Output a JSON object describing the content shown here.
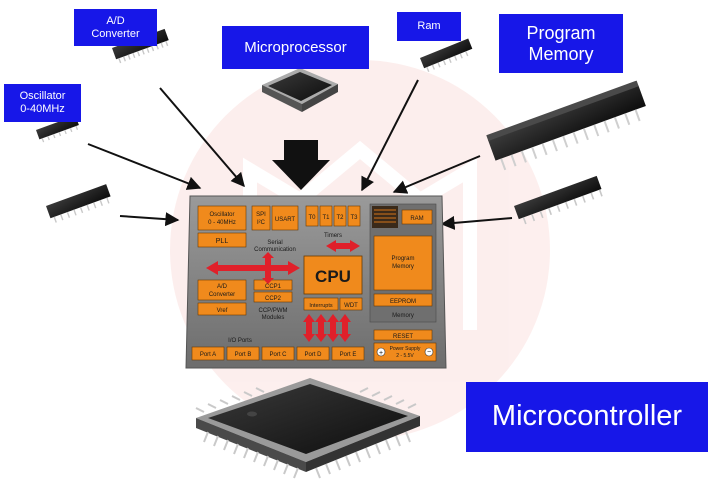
{
  "labels": {
    "ad_converter": "A/D\nConverter",
    "microprocessor": "Microprocessor",
    "ram": "Ram",
    "program_memory": "Program\nMemory",
    "oscillator": "Oscillator\n0-40MHz",
    "microcontroller": "Microcontroller"
  },
  "board": {
    "oscillator_block": "Oscillator\n0 - 40MHz",
    "pll": "PLL",
    "spi": "SPI\nI²C",
    "usart": "USART",
    "serial_comm": "Serial\nCommunication",
    "t0": "T0",
    "t1": "T1",
    "t2": "T2",
    "t3": "T3",
    "timers": "Timers",
    "ram": "RAM",
    "program_memory": "Program\nMemory",
    "eeprom": "EEPROM",
    "memory": "Memory",
    "ad_block": "A/D\nConverter",
    "vref": "Vref",
    "ccp1": "CCP1",
    "ccp2": "CCP2",
    "ccp_modules": "CCP/PWM\nModules",
    "cpu": "CPU",
    "interrupts": "Interrupts",
    "wdt": "WDT",
    "reset": "RESET",
    "power_supply": "Power Supply\n2 - 5.5V",
    "io_ports": "I/O Ports",
    "ports": [
      "Port A",
      "Port B",
      "Port C",
      "Port D",
      "Port E"
    ]
  },
  "colors": {
    "label_bg": "#1717e8",
    "block_orange": "#f08a1c",
    "board_gray": "#8a8a8a",
    "arrow_red": "#e0202a",
    "chip_black": "#1b1b1b"
  }
}
